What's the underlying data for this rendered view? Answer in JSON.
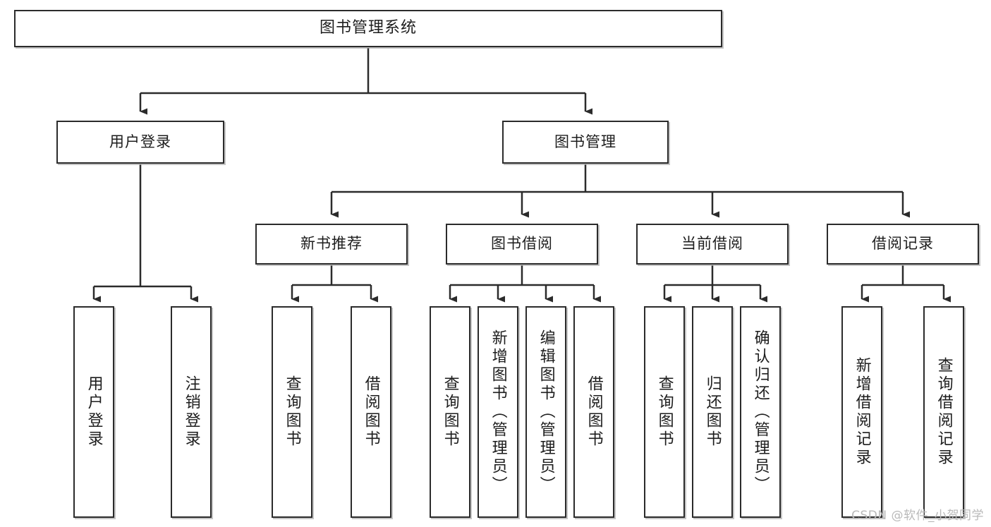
{
  "diagram": {
    "title": "图书管理系统",
    "type": "tree-hierarchy-diagram",
    "watermark": "CSDN @软件_小贺同学",
    "colors": {
      "box_border": "#2b2b2b",
      "box_fill": "#ffffff",
      "connector": "#2b2b2b",
      "text": "#1d1d1d",
      "watermark": "#b9b9b9",
      "background": "#ffffff"
    },
    "root": {
      "label": "图书管理系统"
    },
    "level2": [
      {
        "label": "用户登录"
      },
      {
        "label": "图书管理"
      }
    ],
    "level3": [
      {
        "label": "新书推荐"
      },
      {
        "label": "图书借阅"
      },
      {
        "label": "当前借阅"
      },
      {
        "label": "借阅记录"
      }
    ],
    "leaves": {
      "user_login": [
        {
          "label": "用户登录"
        },
        {
          "label": "注销登录"
        }
      ],
      "new_book_recommend": [
        {
          "label": "查询图书"
        },
        {
          "label": "借阅图书"
        }
      ],
      "book_borrow": [
        {
          "label": "查询图书"
        },
        {
          "label": "新增图书（管理员）"
        },
        {
          "label": "编辑图书（管理员）"
        },
        {
          "label": "借阅图书"
        }
      ],
      "current_borrow": [
        {
          "label": "查询图书"
        },
        {
          "label": "归还图书"
        },
        {
          "label": "确认归还（管理员）"
        }
      ],
      "borrow_record": [
        {
          "label": "新增借阅记录"
        },
        {
          "label": "查询借阅记录"
        }
      ]
    }
  }
}
